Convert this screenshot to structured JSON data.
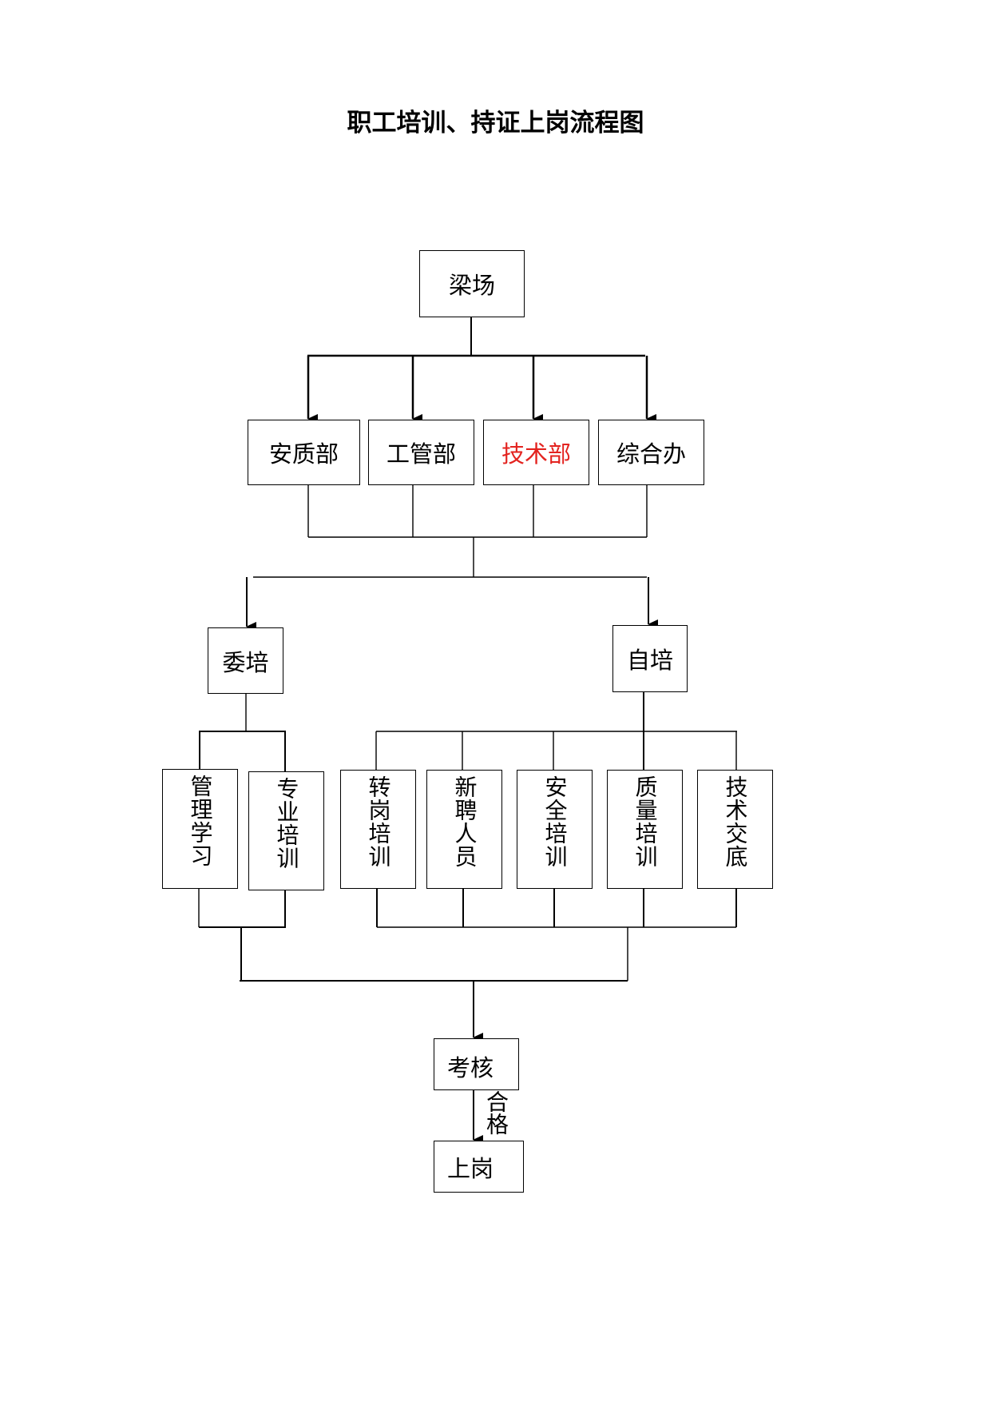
{
  "title": "职工培训、持证上岗流程图",
  "nodes": {
    "root": "梁场",
    "departments": [
      "安质部",
      "工管部",
      "技术部",
      "综合办"
    ],
    "weipei": "委培",
    "zipei": "自培",
    "weipei_items": [
      "管理学习",
      "专业培训"
    ],
    "zipei_items": [
      "转岗培训",
      "新聘人员",
      "安全培训",
      "质量培训",
      "技术交底"
    ],
    "assess": "考核",
    "onduty": "上岗"
  },
  "edge_label": "合格",
  "colors": {
    "highlight": "#e3231f"
  },
  "highlighted_department_index": 2
}
